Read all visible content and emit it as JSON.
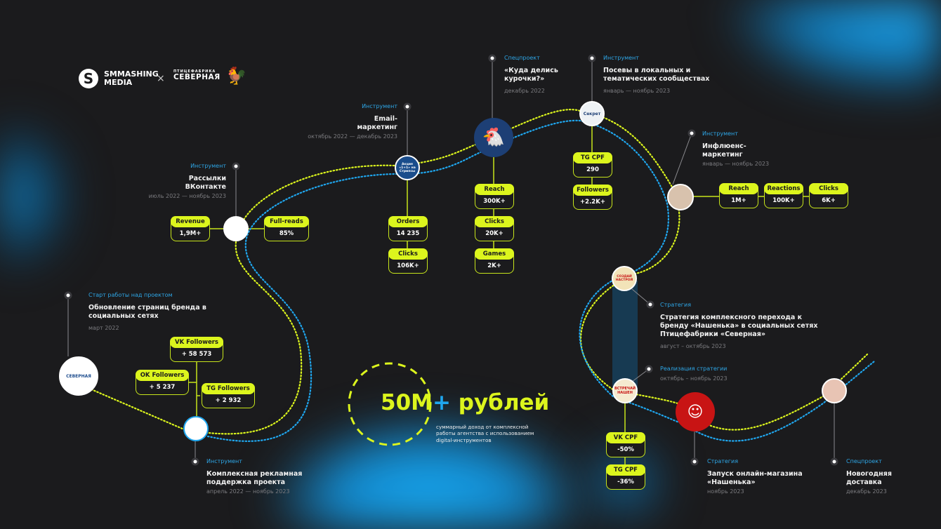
{
  "header": {
    "brand1_line1": "SMMASHING",
    "brand1_line2": "MEDIA",
    "times": "×",
    "brand2_small": "ПТИЦЕФАБРИКА",
    "brand2_big": "СЕВЕРНАЯ"
  },
  "stages": [
    {
      "category": "Старт работы над проектом",
      "title": "Обновление страниц бренда в социальных сетях",
      "date": "март 2022"
    },
    {
      "category": "Инструмент",
      "title": "Комплексная рекламная поддержка проекта",
      "date": "апрель 2022 — ноябрь 2023"
    },
    {
      "category": "Инструмент",
      "title": "Рассылки ВКонтакте",
      "date": "июль 2022 — ноябрь 2023"
    },
    {
      "category": "Инструмент",
      "title": "Email-маркетинг",
      "date": "октябрь 2022 — декабрь 2023"
    },
    {
      "category": "Спецпроект",
      "title": "«Куда делись курочки?»",
      "date": "декабрь 2022"
    },
    {
      "category": "Инструмент",
      "title": "Посевы в локальных и тематических сообществах",
      "date": "январь — ноябрь 2023"
    },
    {
      "category": "Инструмент",
      "title": "Инфлюенс-маркетинг",
      "date": "январь — ноябрь 2023"
    },
    {
      "category": "Стратегия",
      "title": "Стратегия комплексного перехода к бренду «Нашенька» в социальных сетях Птицефабрики «Северная»",
      "date": "август – октябрь 2023"
    },
    {
      "category": "Реализация стратегии",
      "date": "октябрь – ноябрь 2023"
    },
    {
      "category": "Стратегия",
      "title": "Запуск онлайн-магазина «Нашенька»",
      "date": "ноябрь 2023"
    },
    {
      "category": "Спецпроект",
      "title": "Новогодняя доставка",
      "date": "декабрь 2023"
    }
  ],
  "metrics": [
    {
      "label": "VK Followers",
      "value": "+ 58 573"
    },
    {
      "label": "OK Followers",
      "value": "+ 5 237"
    },
    {
      "label": "TG Followers",
      "value": "+ 2 932"
    },
    {
      "label": "Revenue",
      "value": "1,9M+"
    },
    {
      "label": "Full-reads",
      "value": "85%"
    },
    {
      "label": "Orders",
      "value": "14 235"
    },
    {
      "label": "Clicks",
      "value": "106K+"
    },
    {
      "label": "Reach",
      "value": "300K+"
    },
    {
      "label": "Clicks",
      "value": "20K+"
    },
    {
      "label": "Games",
      "value": "2K+"
    },
    {
      "label": "TG CPF",
      "value": "290"
    },
    {
      "label": "Followers",
      "value": "+2.2K+"
    },
    {
      "label": "Reach",
      "value": "1M+"
    },
    {
      "label": "Reactions",
      "value": "100K+"
    },
    {
      "label": "Clicks",
      "value": "6K+"
    },
    {
      "label": "VK CPF",
      "value": "-50%"
    },
    {
      "label": "TG CPF",
      "value": "-36%"
    }
  ],
  "nodes": {
    "email": "Акция «1+1» на Стрипсы",
    "posevy": "Секрет",
    "strategy": "СОЗДАЙ НАСТРОЙ",
    "realization": "ВСТРЕЧАЙ НАШЕН"
  },
  "summary": {
    "amount": "50M",
    "plus": "+",
    "currency": "рублей",
    "caption": "суммарный доход от комплексной работы агентства с использованием digital-инструментов"
  },
  "colors": {
    "accent": "#dcf51d",
    "blue": "#1fa6ee",
    "bg": "#1b1b1d",
    "red": "#c81414"
  }
}
